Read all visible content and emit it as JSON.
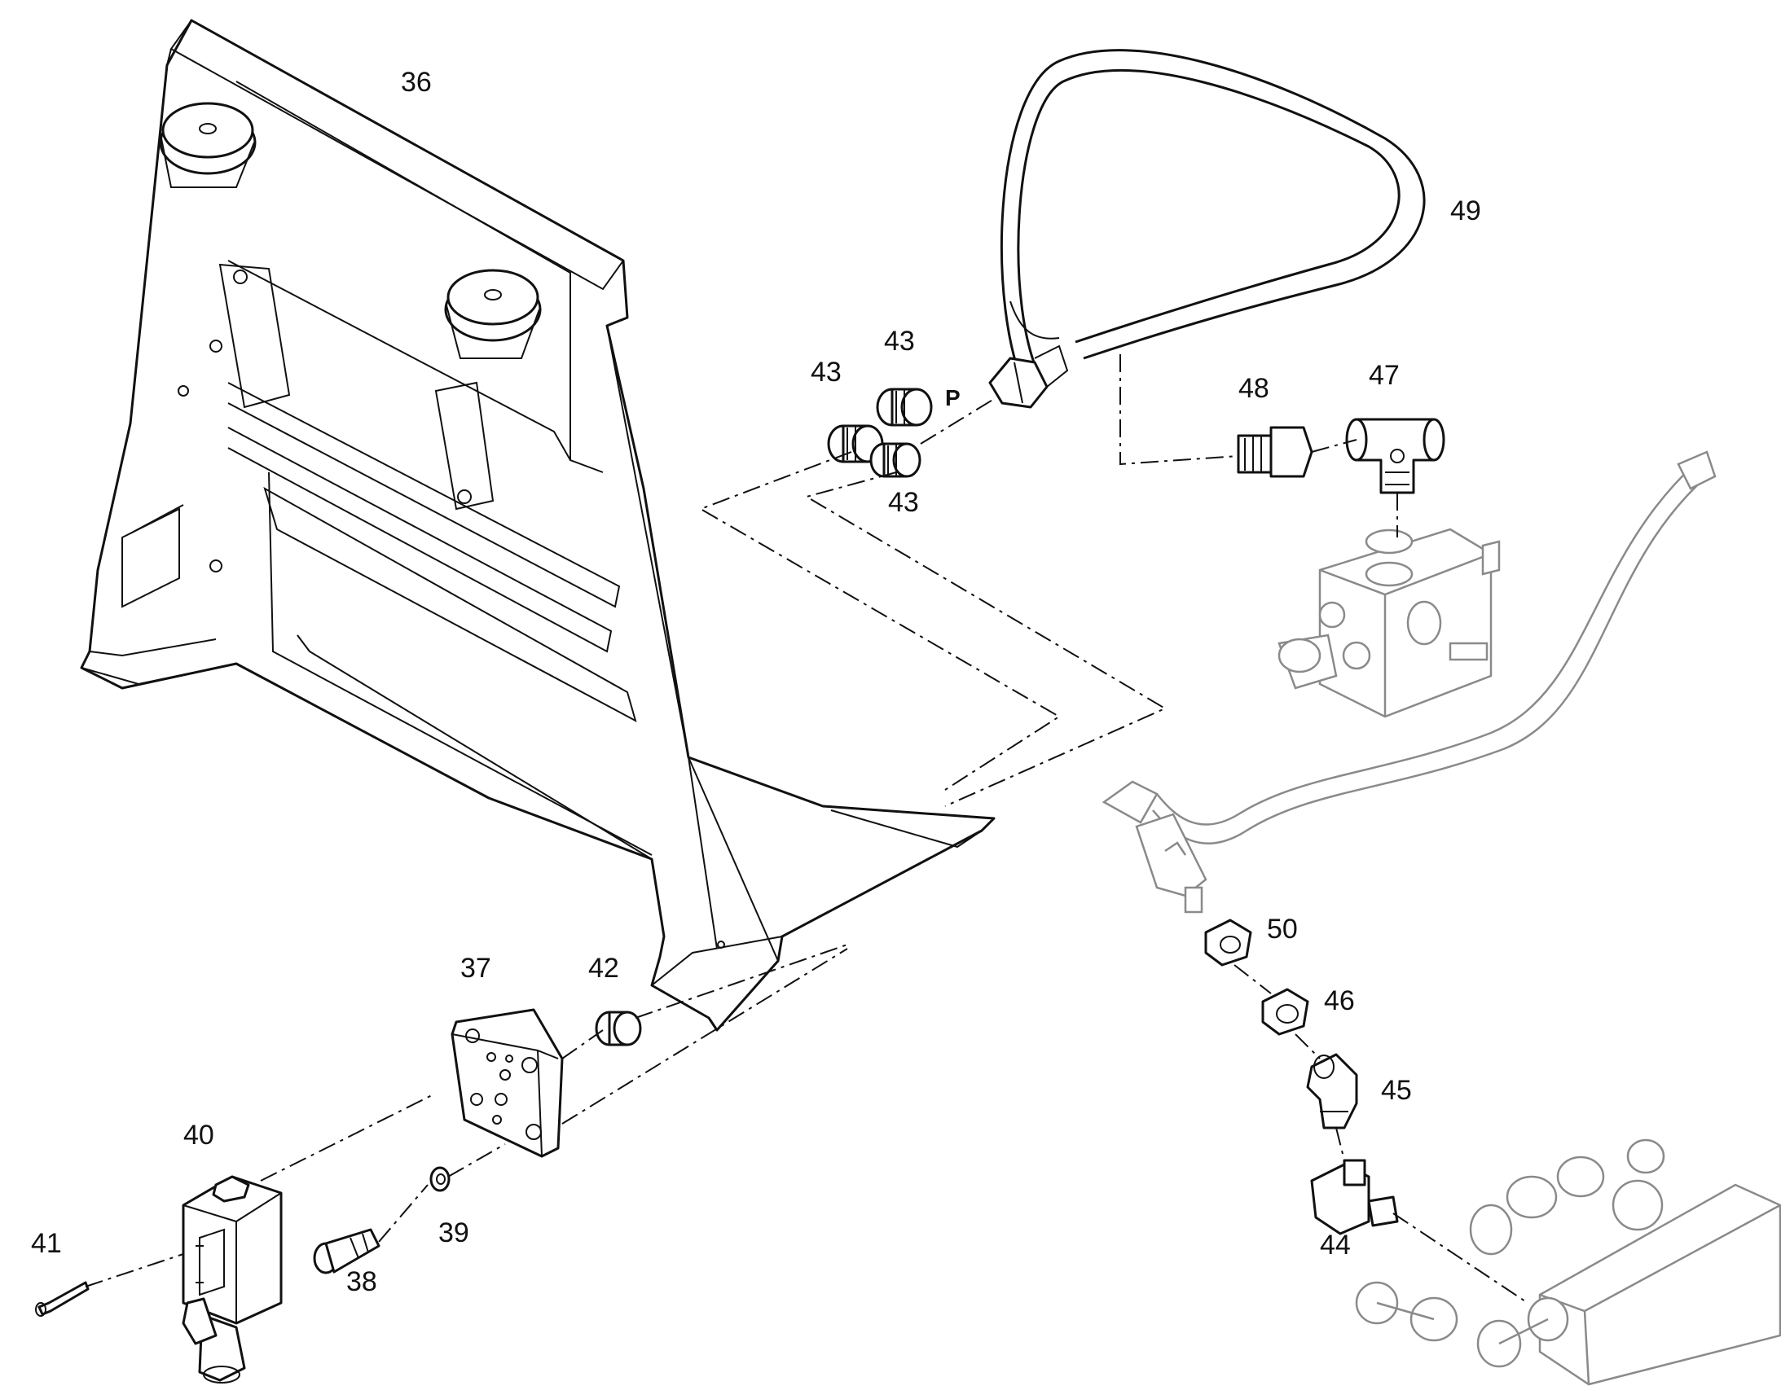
{
  "diagram": {
    "callouts": [
      {
        "id": "c36",
        "text": "36"
      },
      {
        "id": "c49",
        "text": "49"
      },
      {
        "id": "c43a",
        "text": "43"
      },
      {
        "id": "c43b",
        "text": "43"
      },
      {
        "id": "c43c",
        "text": "43"
      },
      {
        "id": "cP",
        "text": "P"
      },
      {
        "id": "c48",
        "text": "48"
      },
      {
        "id": "c47",
        "text": "47"
      },
      {
        "id": "c37",
        "text": "37"
      },
      {
        "id": "c42",
        "text": "42"
      },
      {
        "id": "c50",
        "text": "50"
      },
      {
        "id": "c46",
        "text": "46"
      },
      {
        "id": "c45",
        "text": "45"
      },
      {
        "id": "c40",
        "text": "40"
      },
      {
        "id": "c41",
        "text": "41"
      },
      {
        "id": "c38",
        "text": "38"
      },
      {
        "id": "c39",
        "text": "39"
      },
      {
        "id": "c44",
        "text": "44"
      }
    ]
  },
  "colors": {
    "line": "#111111",
    "context_gray": "#8a8a8a",
    "background": "#ffffff"
  }
}
